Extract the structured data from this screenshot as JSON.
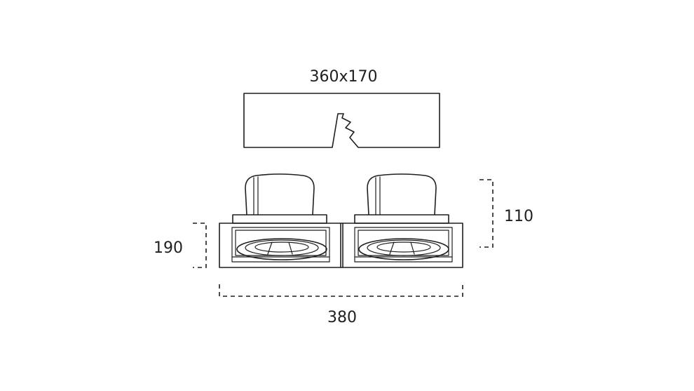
{
  "cutout": {
    "label": "360x170"
  },
  "dimensions": {
    "width_label": "380",
    "height_label": "190",
    "depth_label": "110"
  }
}
